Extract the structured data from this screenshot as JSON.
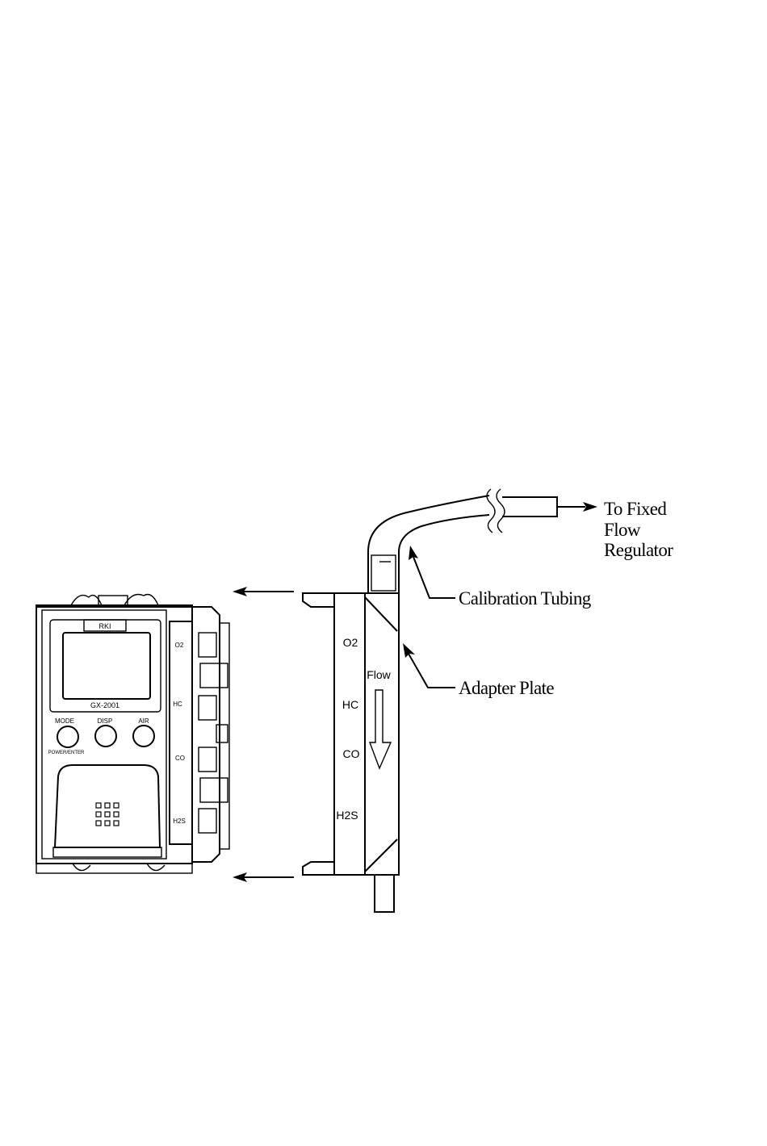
{
  "callouts": {
    "to_regulator_line1": "To Fixed",
    "to_regulator_line2": "Flow",
    "to_regulator_line3": "Regulator",
    "calibration_tubing": "Calibration Tubing",
    "adapter_plate": "Adapter Plate"
  },
  "adapter_plate": {
    "sensor_labels": [
      "O2",
      "HC",
      "CO",
      "H2S"
    ],
    "flow_label": "Flow"
  },
  "instrument": {
    "brand": "RKI",
    "model": "GX-2001",
    "buttons": [
      "MODE",
      "DISP",
      "AIR"
    ],
    "power_label": "POWER/ENTER",
    "sensor_labels": [
      "O2",
      "HC",
      "CO",
      "H2S"
    ]
  }
}
